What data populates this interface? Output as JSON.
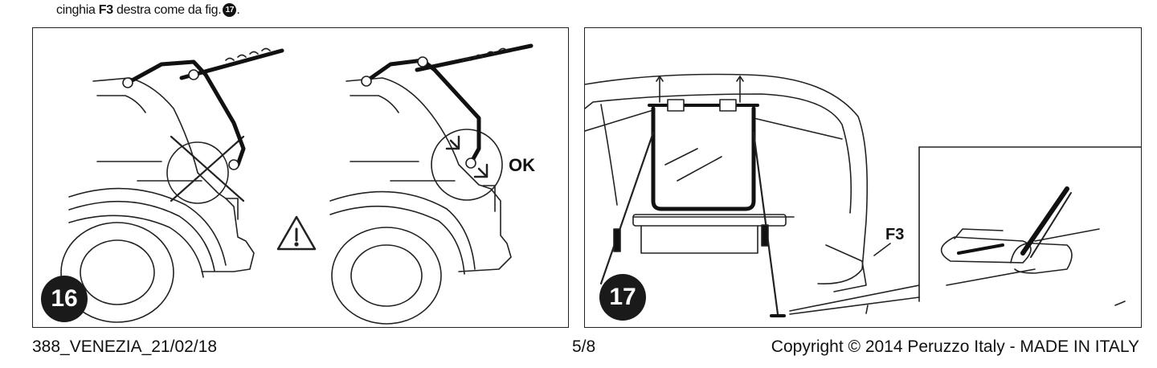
{
  "caption": {
    "prefix": "cinghia ",
    "code": "F3",
    "suffix": " destra come da fig.",
    "fig_ref": "17",
    "end": "."
  },
  "figure16": {
    "badge": "16",
    "ok_label": "OK"
  },
  "figure17": {
    "badge": "17",
    "strap_label": "F3"
  },
  "footer": {
    "doc_code": "388_VENEZIA_21/02/18",
    "page": "5/8",
    "copyright": "Copyright © 2014 Peruzzo Italy - MADE IN ITALY"
  }
}
